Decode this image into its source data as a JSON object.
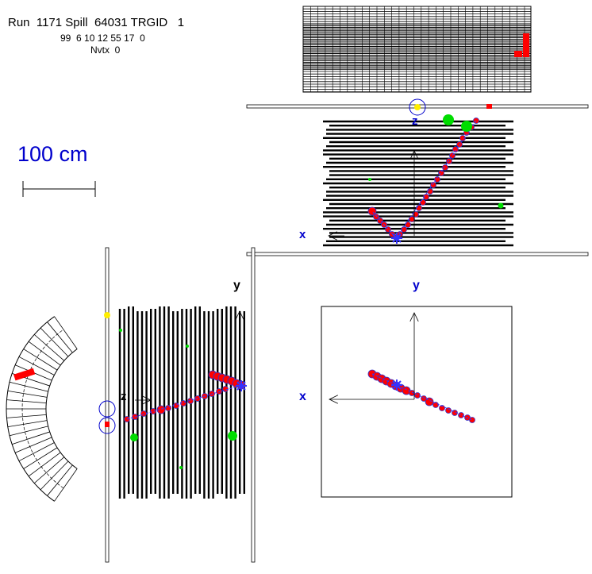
{
  "header": {
    "line1": "Run  1171 Spill  64031 TRGID   1",
    "line2": "99  6 10 12 55 17  0",
    "line3": "Nvtx  0"
  },
  "scale": {
    "label": "100 cm"
  },
  "axis_labels": {
    "top_x": "x",
    "top_z": "z",
    "side_y": "y",
    "side_z": "z",
    "end_y": "y",
    "end_x": "x"
  },
  "colors": {
    "hit": "#ff0000",
    "hit_outline": "#3333cc",
    "vertex": "#3333ff",
    "axis_label": "#0000cc",
    "green_hit": "#00dd00",
    "yellow_hit": "#ffee00"
  }
}
